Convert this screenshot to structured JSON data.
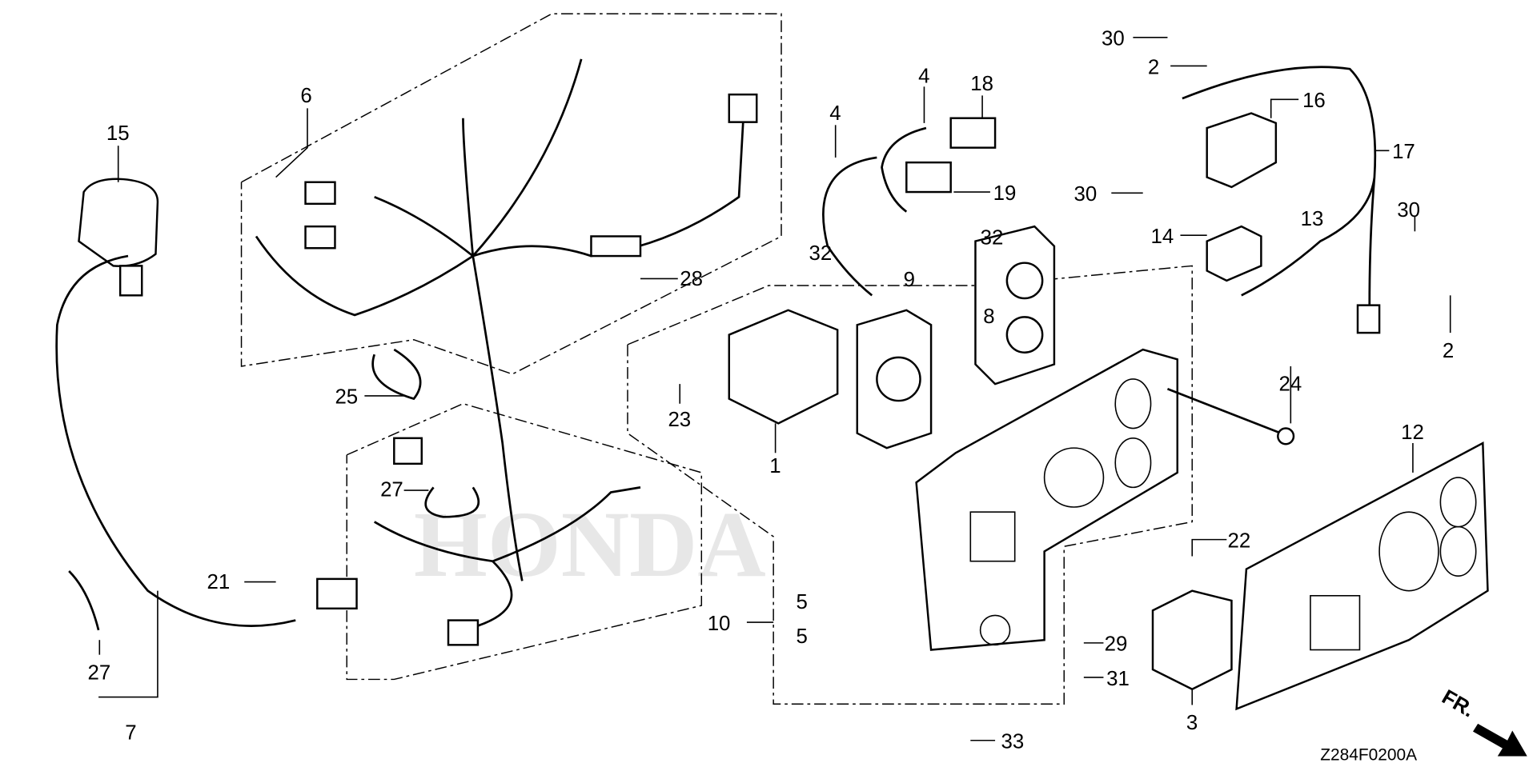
{
  "diagram_code": "Z284F0200A",
  "direction_mark": "FR.",
  "watermark": "HONDA",
  "callouts": [
    "15",
    "6",
    "28",
    "25",
    "27",
    "21",
    "27",
    "7",
    "4",
    "4",
    "18",
    "19",
    "32",
    "32",
    "9",
    "8",
    "23",
    "1",
    "5",
    "5",
    "10",
    "22",
    "29",
    "31",
    "33",
    "3",
    "30",
    "2",
    "16",
    "17",
    "30",
    "13",
    "14",
    "30",
    "2",
    "24",
    "12"
  ]
}
